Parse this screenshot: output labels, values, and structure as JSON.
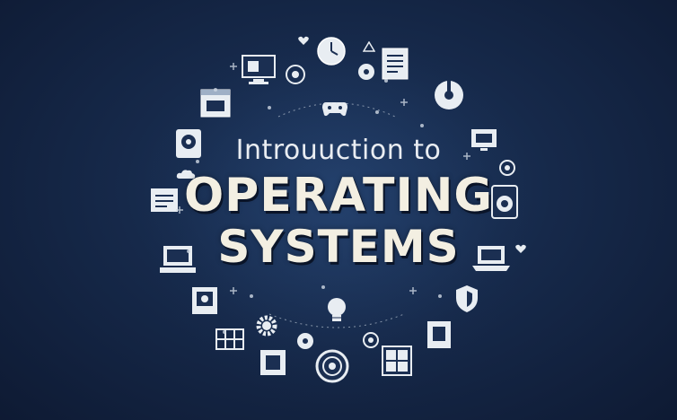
{
  "title": {
    "intro": "Introuuction to",
    "line1": "OPERATING",
    "line2": "SYSTEMS"
  },
  "colors": {
    "background": "#16294a",
    "title_text": "#f3efe2",
    "icon_stroke": "#dfe6ee"
  },
  "icons": [
    "clock-icon",
    "document-icon",
    "monitor-icon",
    "window-icon",
    "game-controller-icon",
    "disk-drive-icon",
    "hard-drive-icon",
    "terminal-icon",
    "speaker-icon",
    "laptop-icon",
    "desktop-computer-icon",
    "shield-icon",
    "lightbulb-icon",
    "gear-icon",
    "target-icon",
    "grid-icon",
    "folder-icon",
    "device-icon",
    "cloud-icon",
    "heart-icon",
    "triangle-icon"
  ]
}
